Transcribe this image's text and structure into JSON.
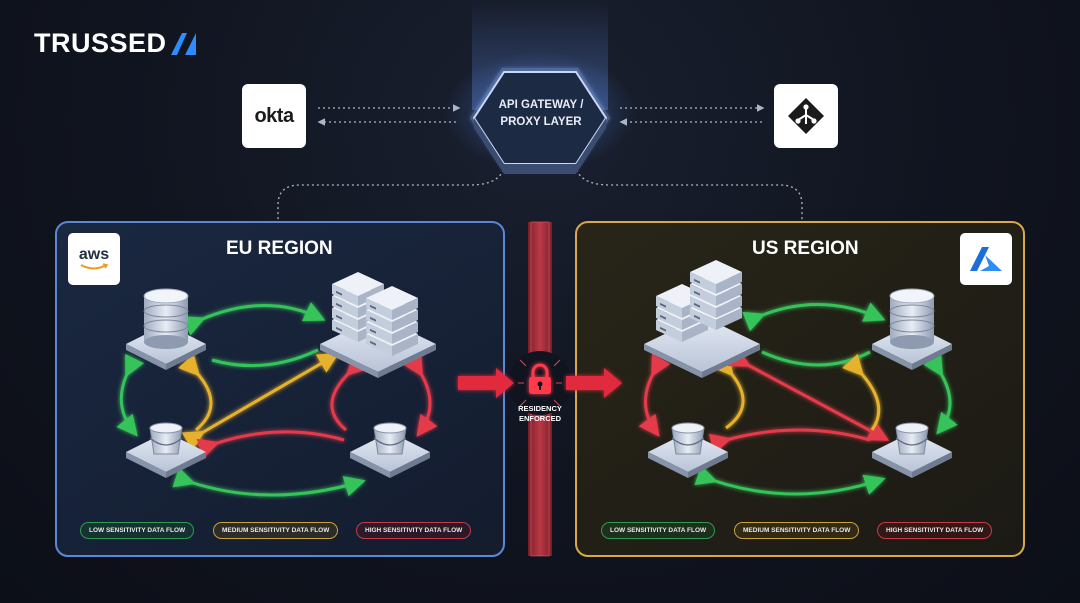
{
  "brand": {
    "name": "TRUSSED"
  },
  "identity_providers": {
    "left": "okta"
  },
  "gateway": {
    "line1": "API GATEWAY /",
    "line2": "PROXY LAYER"
  },
  "regions": {
    "eu": {
      "title": "EU REGION",
      "provider_logo_text": "aws"
    },
    "us": {
      "title": "US REGION"
    }
  },
  "legend": {
    "low": "LOW SENSITIVITY DATA FLOW",
    "medium": "MEDIUM SENSITIVITY DATA FLOW",
    "high": "HIGH SENSITIVITY DATA FLOW"
  },
  "residency": {
    "line1": "RESIDENCY",
    "line2": "ENFORCED"
  },
  "colors": {
    "eu_border": "#5b88d6",
    "us_border": "#d9a84a",
    "low_flow": "#35c35a",
    "medium_flow": "#e6b22e",
    "high_flow": "#e43a4c",
    "barrier": "#c8323f"
  },
  "icons": [
    "lock-icon",
    "database-icon",
    "bucket-icon",
    "server-rack-icon",
    "azure-logo-icon",
    "git-branch-icon"
  ]
}
